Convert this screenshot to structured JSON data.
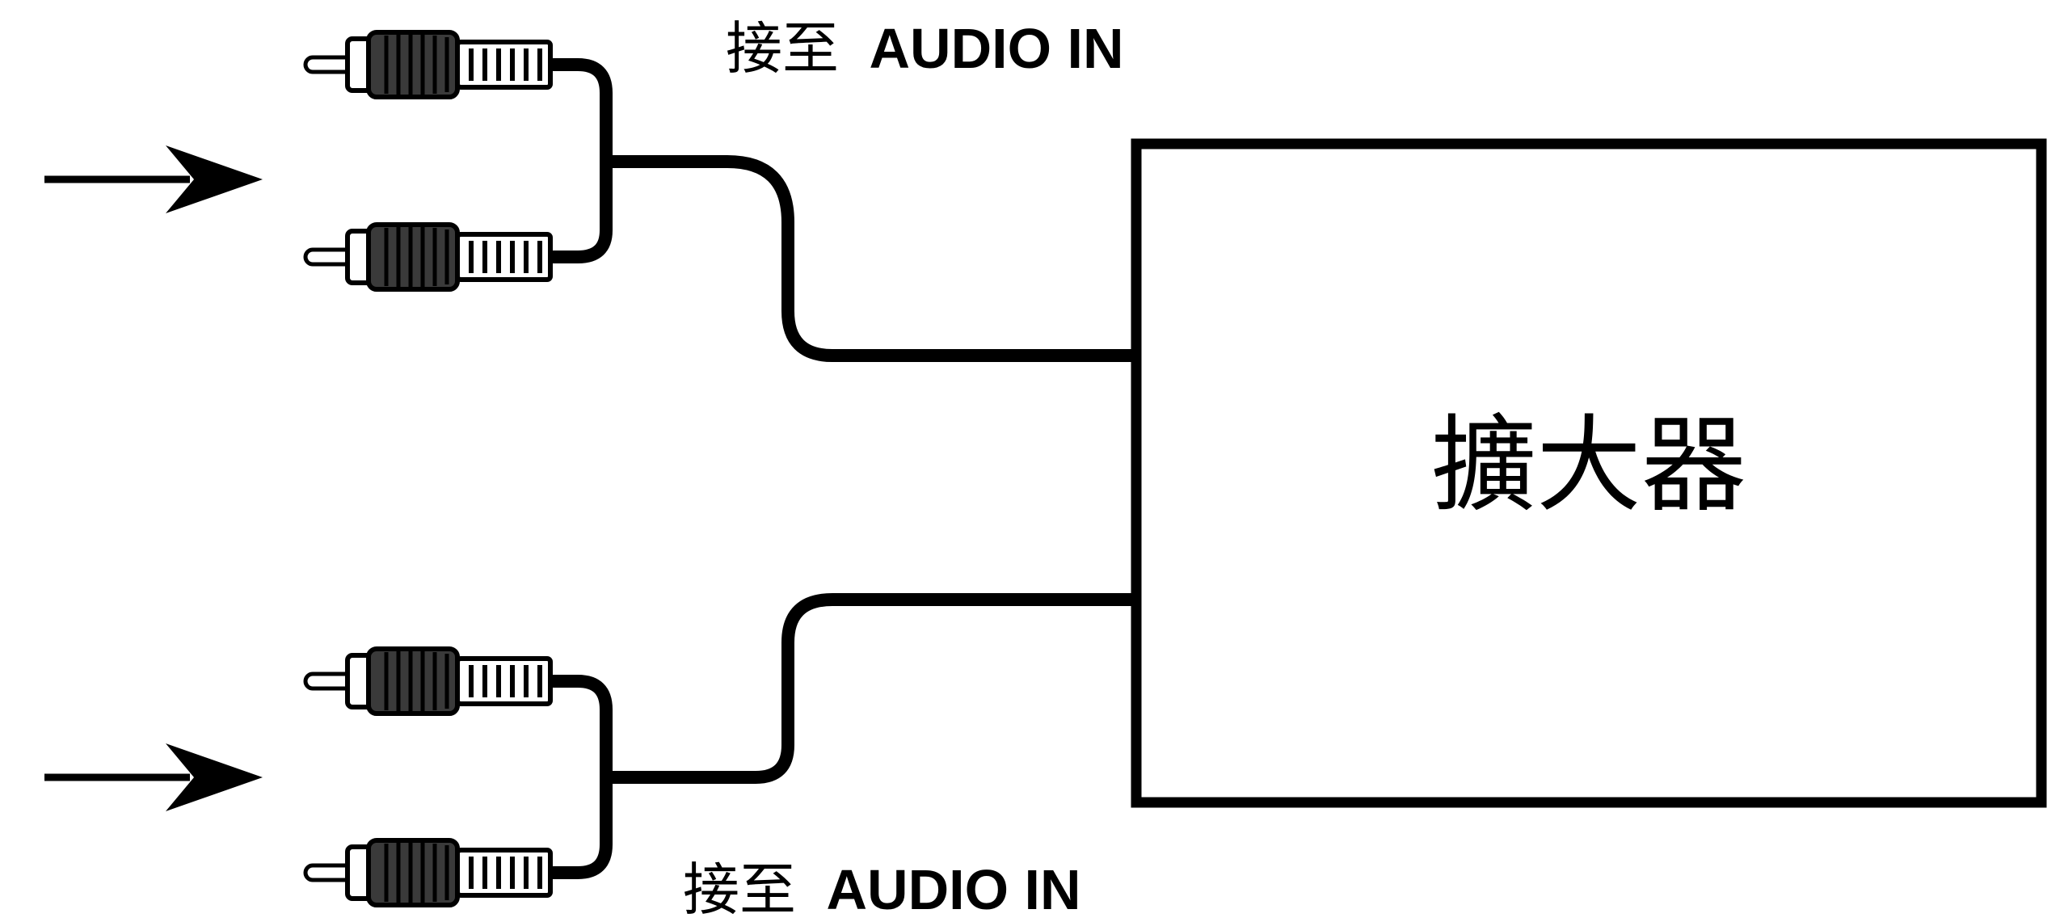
{
  "labels": {
    "top_prefix": "接至",
    "top_suffix": "AUDIO IN",
    "bottom_prefix": "接至",
    "bottom_suffix": "AUDIO IN",
    "amplifier": "擴大器"
  },
  "colors": {
    "ink": "#000000",
    "plug_body": "#3a3a3a",
    "plug_tip": "#ffffff",
    "background": "#ffffff"
  }
}
